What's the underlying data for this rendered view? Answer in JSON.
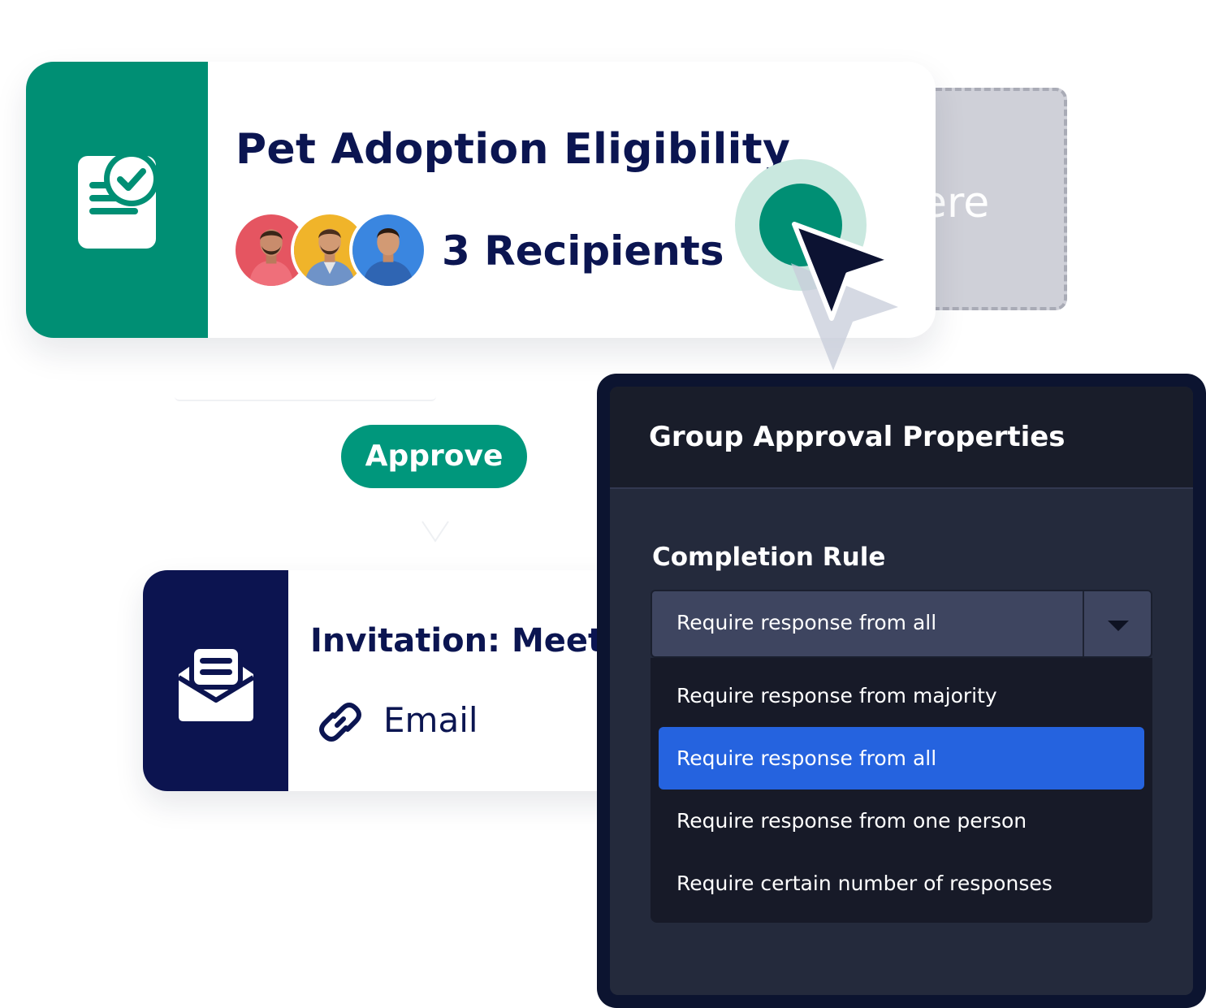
{
  "ghost_card": {
    "label": "ere"
  },
  "form_card": {
    "title": "Pet Adoption Eligibility",
    "recipients_label": "3 Recipients",
    "avatars": [
      {
        "name": "avatar-red-shirt",
        "bg": "#e55561"
      },
      {
        "name": "avatar-denim-jacket",
        "bg": "#f0b42a"
      },
      {
        "name": "avatar-blue-shirt",
        "bg": "#3a86e0"
      }
    ]
  },
  "approve_button": {
    "label": "Approve"
  },
  "email_card": {
    "title": "Invitation: Meet u",
    "channel": "Email"
  },
  "properties_panel": {
    "title": "Group Approval Properties",
    "completion_rule": {
      "label": "Completion Rule",
      "selected_value": "Require response from all",
      "options": [
        {
          "label": "Require response from majority",
          "selected": false
        },
        {
          "label": "Require response from all",
          "selected": true
        },
        {
          "label": "Require response from one person",
          "selected": false
        },
        {
          "label": "Require certain number of responses",
          "selected": false
        }
      ]
    }
  },
  "colors": {
    "brand_green": "#008f74",
    "navy": "#0b1551",
    "panel_bg": "#242a3c",
    "selected_option": "#2563df"
  }
}
